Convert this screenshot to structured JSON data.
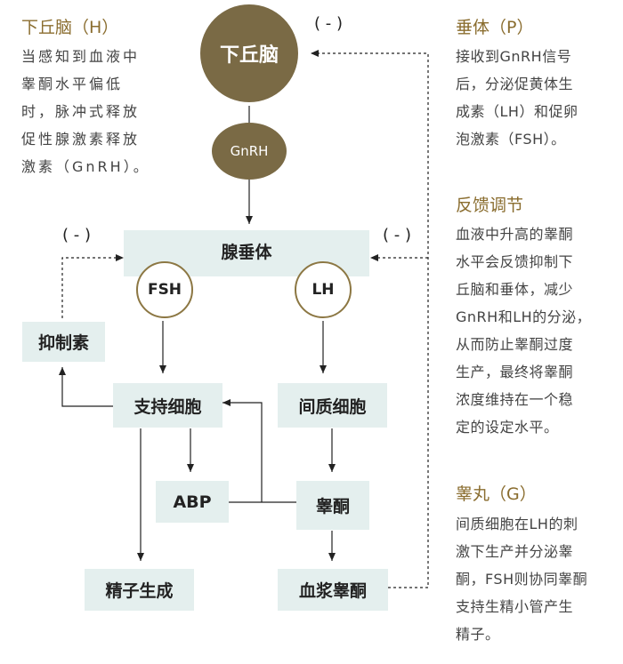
{
  "left_panel": {
    "title": "下丘脑（H）",
    "lines": [
      "当感知到血液中",
      "睾酮水平偏低",
      "时，脉冲式释放",
      "促性腺激素释放",
      "激素（GnRH）。"
    ]
  },
  "right_panel": {
    "sections": [
      {
        "title": "垂体（P）",
        "lines": [
          "接收到GnRH信号",
          "后，分泌促黄体生",
          "成素（LH）和促卵",
          "泡激素（FSH）。"
        ]
      },
      {
        "title": "反馈调节",
        "lines": [
          "血液中升高的睾酮",
          "水平会反馈抑制下",
          "丘脑和垂体，减少",
          "GnRH和LH的分泌，",
          "从而防止睾酮过度",
          "生产，最终将睾酮",
          "浓度维持在一个稳",
          "定的设定水平。"
        ]
      },
      {
        "title": "睾丸（G）",
        "lines": [
          "间质细胞在LH的刺",
          "激下生产并分泌睾",
          "酮，FSH则协同睾酮",
          "支持生精小管产生",
          "精子。"
        ]
      }
    ]
  },
  "diagram": {
    "hypothalamus": "下丘脑",
    "gnrh": "GnRH",
    "pituitary": "腺垂体",
    "fsh": "FSH",
    "lh": "LH",
    "inhibin": "抑制素",
    "sertoli": "支持细胞",
    "leydig": "间质细胞",
    "abp": "ABP",
    "testosterone": "睾酮",
    "sperm": "精子生成",
    "plasma_testosterone": "血浆睾酮",
    "neg_top": "( - )",
    "neg_left": "( - )",
    "neg_right": "( - )"
  },
  "colors": {
    "circle_fill": "#7a6a45",
    "box_fill": "#e4efee",
    "title_color": "#8a6d2f",
    "ring_border": "#8c7743"
  }
}
